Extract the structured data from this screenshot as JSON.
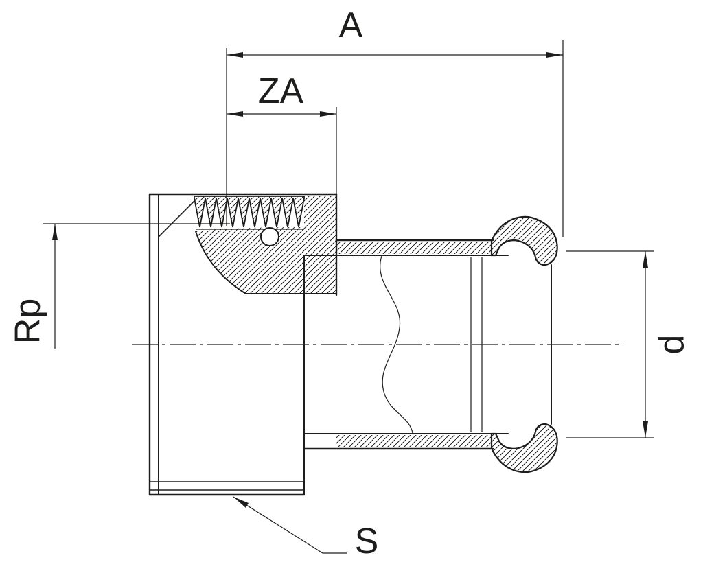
{
  "drawing": {
    "background_color": "#ffffff",
    "line_color": "#1d1d1b",
    "type_hint": "press-fitting-female-thread-adapter-section",
    "dimensions": {
      "overall_length_label": "A",
      "insertion_depth_label": "ZA",
      "thread_size_label": "Rp",
      "pipe_diameter_label": "d",
      "wrench_size_label": "S"
    }
  }
}
